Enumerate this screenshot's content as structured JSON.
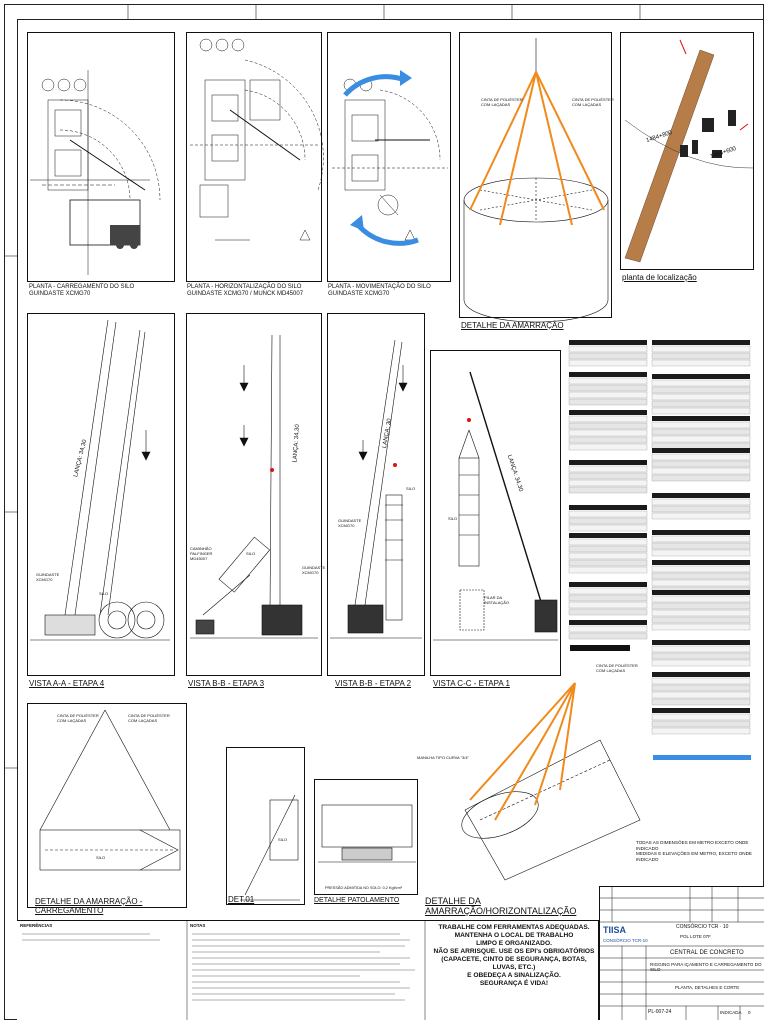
{
  "views": {
    "v1": "PLANTA - CARREGAMENTO DO SILO\nGUINDASTE XCMG70",
    "v2": "PLANTA - HORIZONTALIZAÇÃO DO SILO\nGUINDASTE XCMG70 / MUNCK MD45007",
    "v3": "PLANTA - MOVIMENTAÇÃO DO SILO\nGUINDASTE XCMG70",
    "v4": "DETALHE DA AMARRAÇÃO",
    "v5": "planta de localização",
    "v6": "VISTA A-A - ETAPA 4",
    "v7": "VISTA B-B - ETAPA 3",
    "v8": "VISTA B-B - ETAPA 2",
    "v9": "VISTA C-C - ETAPA 1",
    "v10": "DETALHE DA AMARRAÇÃO - CARREGAMENTO",
    "v11": "DET.01",
    "v12": "DETALHE PATOLAMENTO",
    "v13": "DETALHE DA AMARRAÇÃO/HORIZONTALIZAÇÃO"
  },
  "labels": {
    "lanca1": "LANÇA: 34,30",
    "lanca2": "LANÇA: 34,30",
    "lanca3": "LANÇA: 30",
    "lanca4": "LANÇA: 34,30",
    "silo": "SILO",
    "guindaste": "GUINDASTE\nXCMG70",
    "caminhao": "CAMINHÃO\nPALFINGER\nMD45007",
    "pilar": "PILAR DA\nINSTALAÇÃO",
    "loc1": "1484+800",
    "loc2": "1484+600",
    "cinta": "CINTA DE POLIÉSTER\nCOM LAÇADAS",
    "manilha": "MANILHA TIPO CURVA \"3/4\"",
    "patola": "PRESSÃO ADMITIDA NO SOLO: 0,2 Kgf/cm²",
    "notes_right": "TODAS AS DIMENSÕES EM METRO EXCETO ONDE INDICADO\nMEDIDAS E ELEVAÇÕES EM METRO, EXCETO ONDE INDICADO"
  },
  "warning": "TRABALHE COM FERRAMENTAS ADEQUADAS.\nMANTENHA O LOCAL DE TRABALHO\nLIMPO E ORGANIZADO.\nNÃO SE ARRISQUE. USE OS EPI's OBRIGATÓRIOS\n(CAPACETE, CINTO DE SEGURANÇA, BOTAS, LUVAS, ETC.)\nE OBEDEÇA A SINALIZAÇÃO.\nSEGURANÇA É VIDA!",
  "refs_title": "REFERÊNCIAS",
  "notes_title": "NOTAS",
  "titleblock": {
    "company": "TIISA",
    "consortium": "CONSÓRCIO TCR-10",
    "consortium2": "CONSÓRCIO TCR · 10",
    "lote": "POL LOTE 07F",
    "title1": "CENTRAL DE CONCRETO",
    "title2": "RIGGING PARA IÇAMENTO E CARREGAMENTO DO SILO",
    "title3": "PLANTA, DETALHES E CORTE",
    "docnum": "PL-007-24",
    "scale": "INDICADA",
    "rev": "0"
  },
  "legend_colors": {
    "sling": "#f08a1a",
    "arrow": "#3a8de0",
    "accent": "#d11"
  }
}
